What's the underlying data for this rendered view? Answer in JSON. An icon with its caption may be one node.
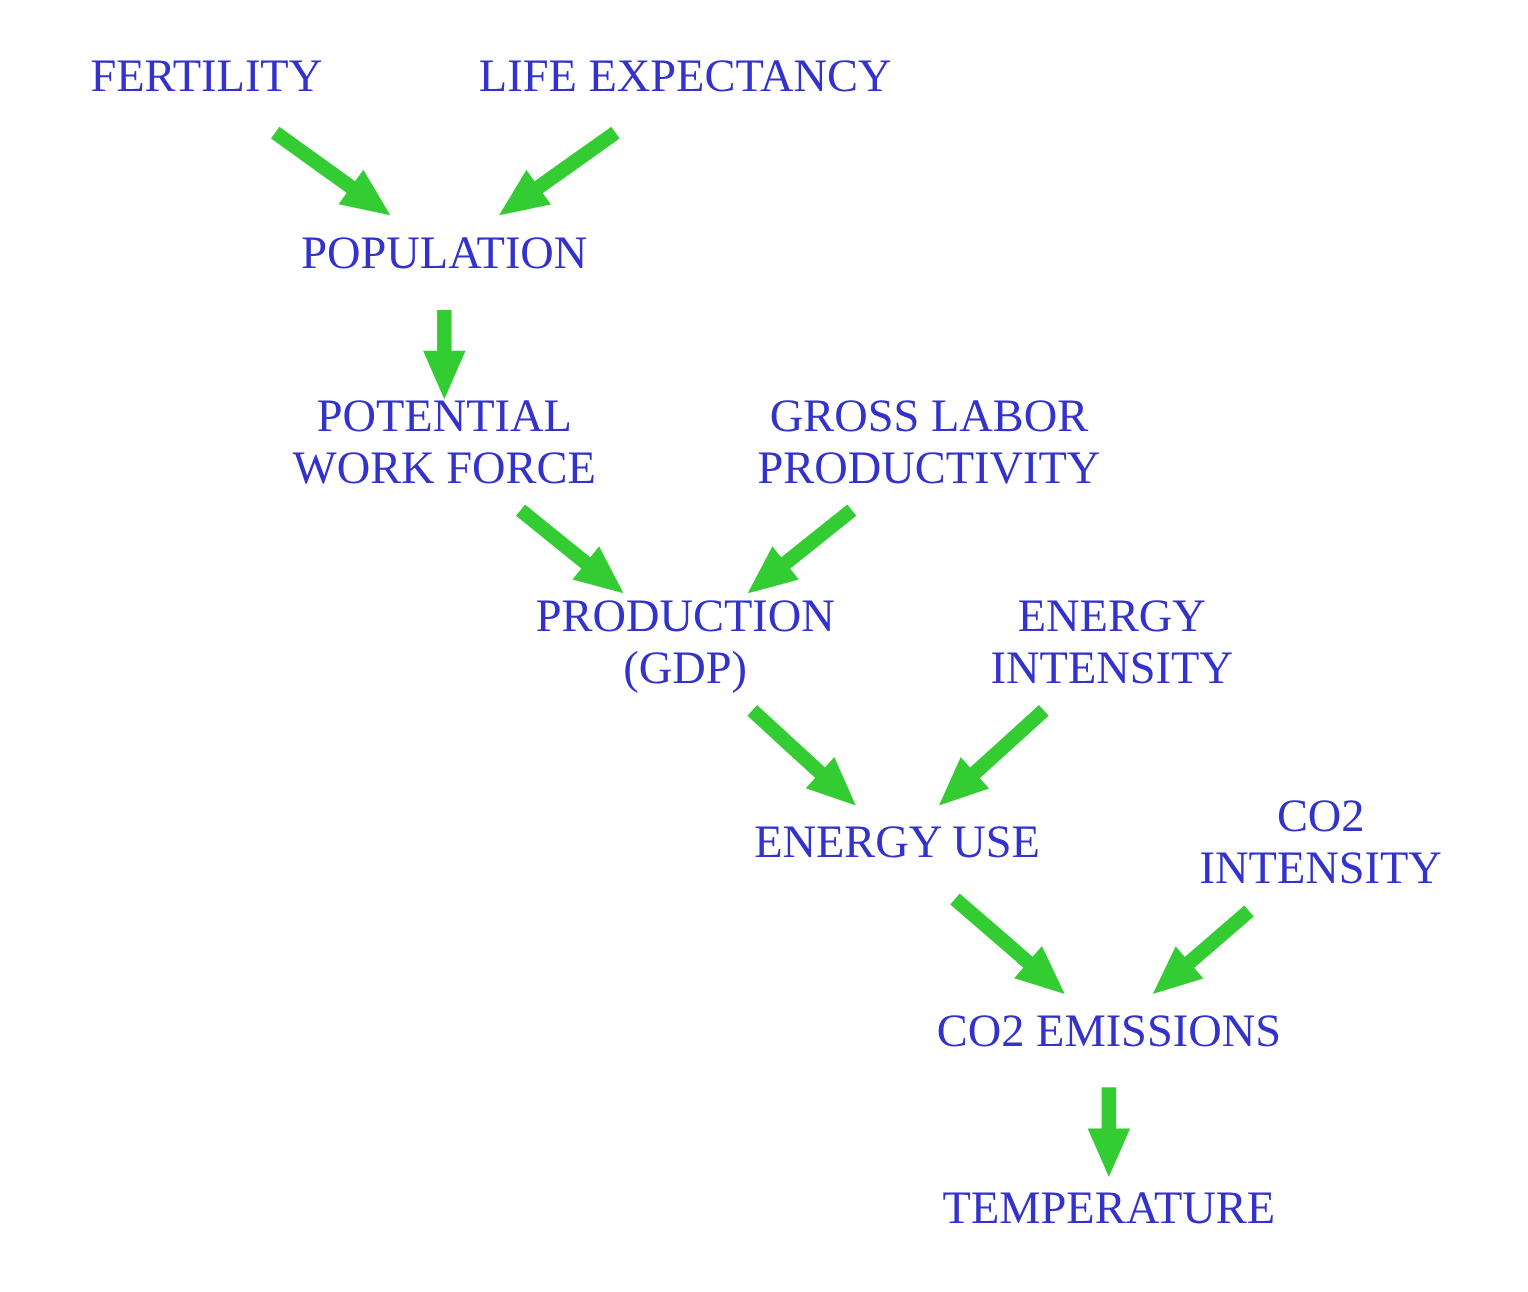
{
  "diagram": {
    "nodes": [
      {
        "text": [
          "FERTILITY"
        ]
      },
      {
        "text": [
          "LIFE EXPECTANCY"
        ]
      },
      {
        "text": [
          "POPULATION"
        ]
      },
      {
        "text": [
          "POTENTIAL WORK FORCE"
        ]
      },
      {
        "text": [
          "GROSS LABOR PRODUCTIVITY"
        ]
      },
      {
        "text": [
          "PRODUCTION (GDP)"
        ]
      },
      {
        "text": [
          "ENERGY INTENSITY"
        ]
      },
      {
        "text": [
          "ENERGY USE"
        ]
      },
      {
        "text": [
          "CO2 INTENSITY"
        ]
      },
      {
        "text": [
          "CO2 EMISSIONS"
        ]
      },
      {
        "text": [
          "TEMPERATURE"
        ]
      }
    ],
    "edges": [
      {
        "from": 0,
        "to": 2,
        "arrow": "to"
      },
      {
        "from": 1,
        "to": 2,
        "arrow": "to"
      },
      {
        "from": 2,
        "to": 3,
        "arrow": "to"
      },
      {
        "from": 4,
        "to": 5,
        "arrow": "to"
      },
      {
        "from": 3,
        "to": 5,
        "arrow": "to"
      },
      {
        "from": 5,
        "to": 7,
        "arrow": "to"
      },
      {
        "from": 6,
        "to": 7,
        "arrow": "to"
      },
      {
        "from": 7,
        "to": 9,
        "arrow": "to"
      },
      {
        "from": 8,
        "to": 9,
        "arrow": "to"
      },
      {
        "from": 9,
        "to": 10,
        "arrow": "to"
      }
    ]
  }
}
